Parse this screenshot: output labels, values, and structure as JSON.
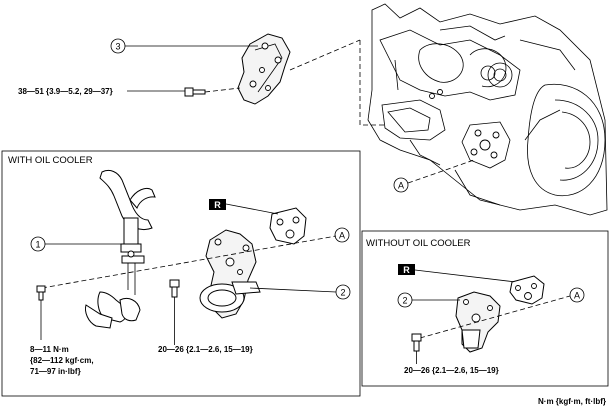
{
  "sections": {
    "with_oil_cooler": "WITH OIL COOLER",
    "without_oil_cooler": "WITHOUT OIL COOLER"
  },
  "callouts": {
    "c1": "1",
    "c2": "2",
    "c3": "3",
    "ref_a": "A",
    "replace": "R"
  },
  "torque": {
    "bracket_bolt": "38—51 {3.9—5.2, 29—37}",
    "oil_pipe_bolt_line1": "8—11 N·m",
    "oil_pipe_bolt_line2": "{82—112 kgf·cm,",
    "oil_pipe_bolt_line3": "71—97 in·lbf}",
    "cooler_bolt": "20—26 {2.1—2.6, 15—19}",
    "no_cooler_bolt": "20—26 {2.1—2.6, 15—19}"
  },
  "units_note": "N·m {kgf·m, ft·lbf}"
}
